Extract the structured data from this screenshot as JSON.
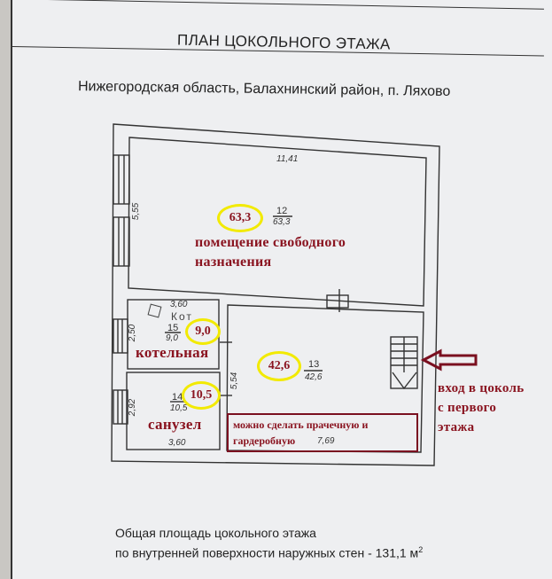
{
  "title": "ПЛАН ЦОКОЛЬНОГО ЭТАЖА",
  "address": "Нижегородская область, Балахнинский район, п. Ляхово",
  "dimensions": {
    "top_width": "11,41",
    "main_height": "5,55",
    "boiler_width": "3,60",
    "boiler_height": "2,50",
    "bath_height": "2,92",
    "bath_width": "3,60",
    "hall_height": "5,54",
    "hall_width": "7,69"
  },
  "handwritten": "Кот",
  "rooms": [
    {
      "number": "12",
      "area": "63,3",
      "highlight": "63,3",
      "label": "помещение свободного назначения"
    },
    {
      "number": "15",
      "area": "9,0",
      "highlight": "9,0",
      "label": "котельная"
    },
    {
      "number": "14",
      "area": "10,5",
      "highlight": "10,5",
      "label": "санузел"
    },
    {
      "number": "13",
      "area": "42,6",
      "highlight": "42,6",
      "label": ""
    }
  ],
  "label_main_line1": "помещение свободного",
  "label_main_line2": "назначения",
  "note": "можно сделать прачечную и гардеробную",
  "entrance_line1": "вход в цоколь",
  "entrance_line2": "с первого",
  "entrance_line3": "этажа",
  "footer_line1": "Общая площадь цокольного этажа",
  "footer_line2": "по внутренней поверхности наружных стен - 131,1 м",
  "footer_sup": "2",
  "colors": {
    "annotation": "#8a1420",
    "highlight": "#f2ea00",
    "ink": "#222222",
    "paper": "#eeeff1"
  }
}
